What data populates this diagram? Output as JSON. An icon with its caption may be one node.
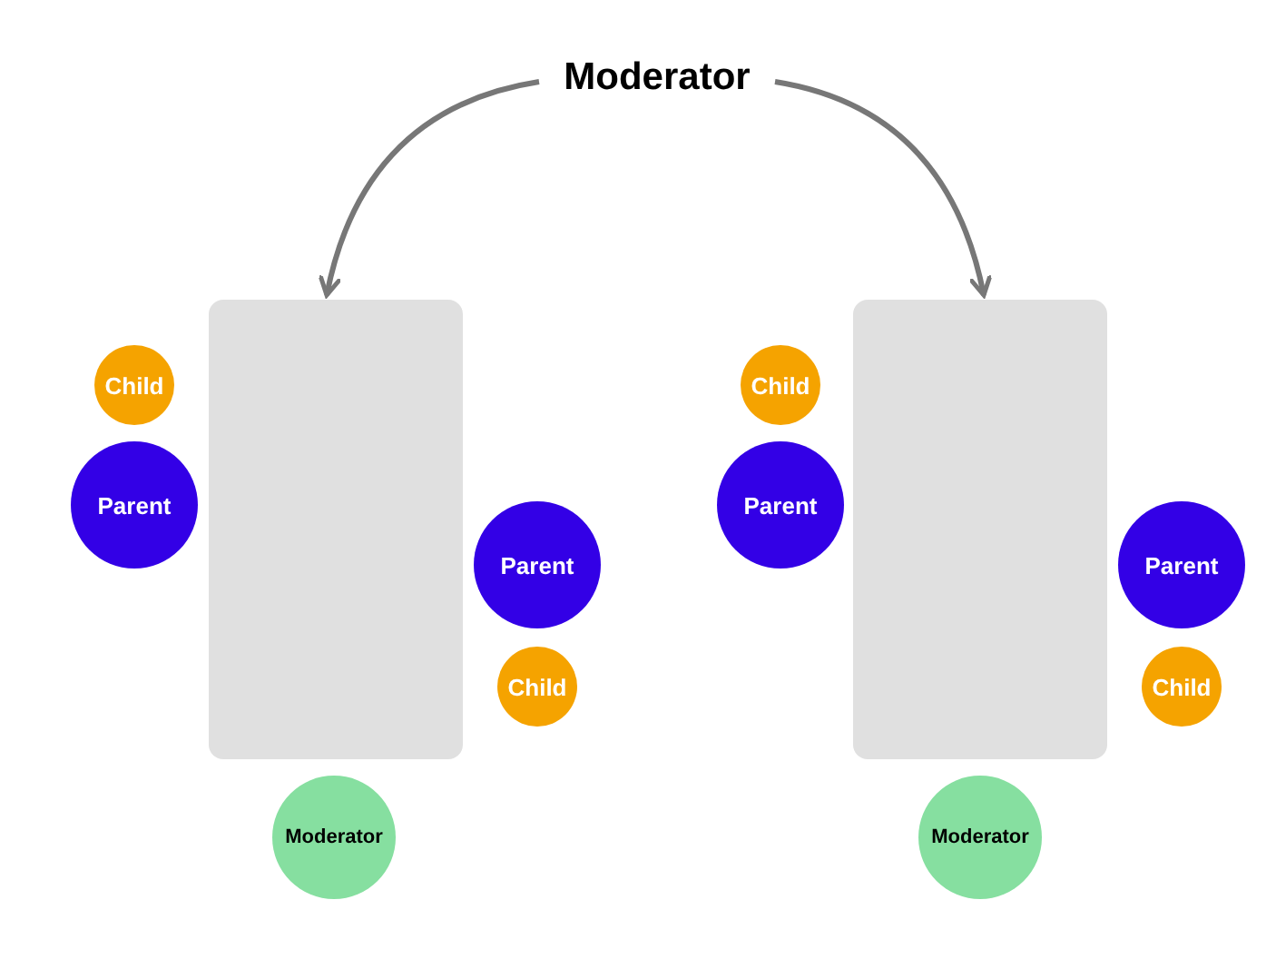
{
  "diagram": {
    "nodes": [
      {
        "text": [
          "Moderator"
        ]
      },
      {
        "text": [],
        "shape": "box"
      },
      {
        "text": [
          "Child"
        ]
      },
      {
        "text": [
          "Parent"
        ]
      },
      {
        "text": [
          "Parent"
        ]
      },
      {
        "text": [
          "Child"
        ]
      },
      {
        "text": [
          "Moderator"
        ]
      },
      {
        "text": [],
        "shape": "box"
      },
      {
        "text": [
          "Child"
        ]
      },
      {
        "text": [
          "Parent"
        ]
      },
      {
        "text": [
          "Parent"
        ]
      },
      {
        "text": [
          "Child"
        ]
      },
      {
        "text": [
          "Moderator"
        ]
      }
    ],
    "edges": [
      {
        "from": 0,
        "to": 1,
        "arrow": "to"
      },
      {
        "from": 0,
        "to": 7,
        "arrow": "to"
      }
    ]
  }
}
